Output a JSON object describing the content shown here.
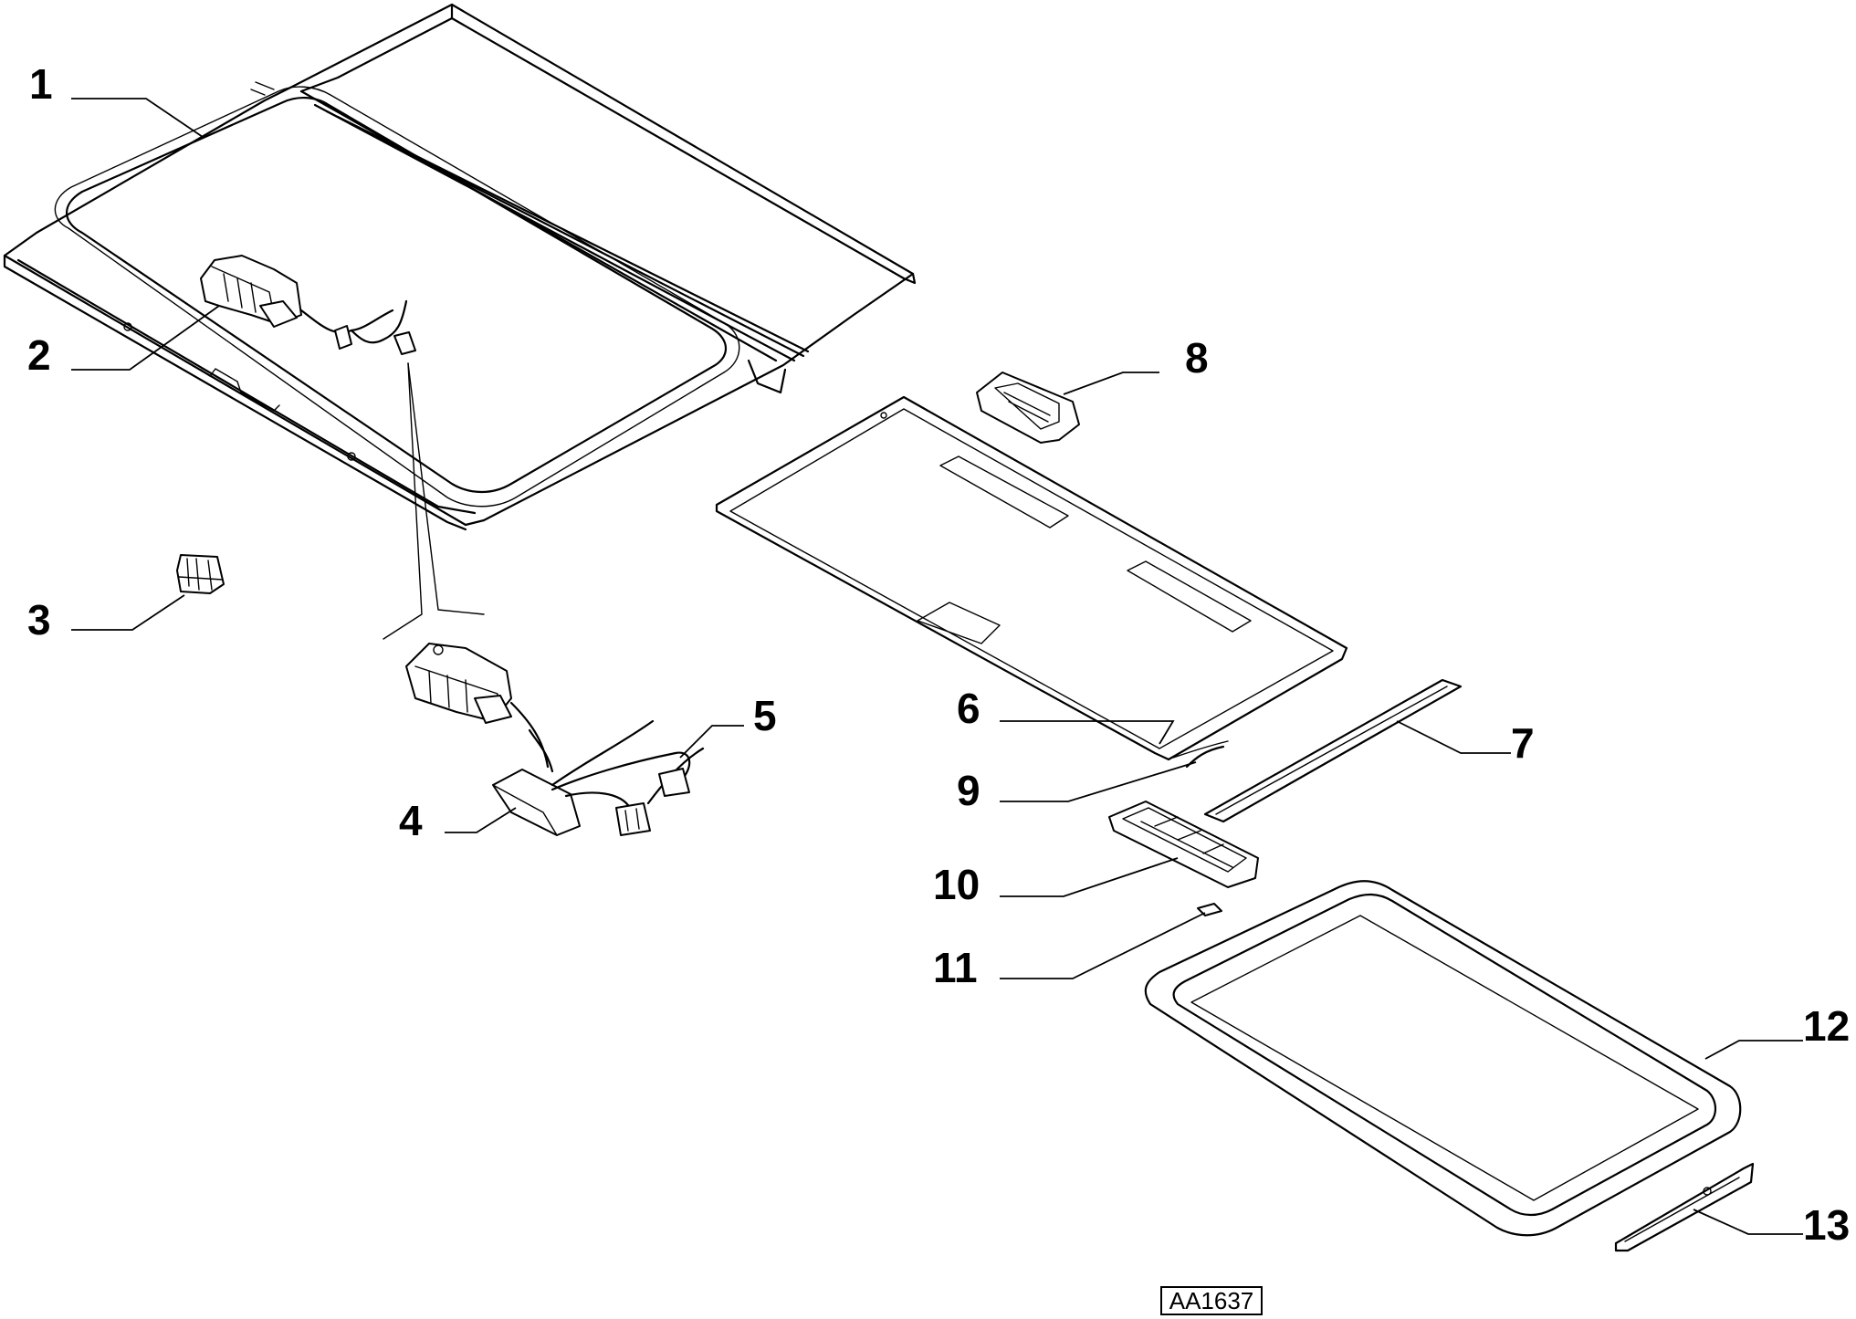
{
  "diagram": {
    "reference_code": "AA1637",
    "callouts": [
      "1",
      "2",
      "3",
      "4",
      "5",
      "6",
      "7",
      "8",
      "9",
      "10",
      "11",
      "12",
      "13"
    ]
  }
}
